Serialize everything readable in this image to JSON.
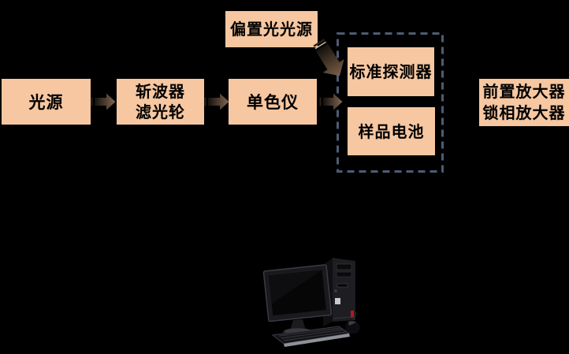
{
  "colors": {
    "background": "#000000",
    "box_fill": "#F6C7A1",
    "text_color": "#000000",
    "dashed_border": "#4D5D73",
    "arrow_gradient_start": "#14100C",
    "arrow_gradient_end": "#836852"
  },
  "diagram": {
    "nodes": {
      "light_source": {
        "label": "光源"
      },
      "chopper_filter": {
        "line1": "斩波器",
        "line2": "滤光轮"
      },
      "monochromator": {
        "label": "单色仪"
      },
      "bias_light_source": {
        "label": "偏置光光源"
      },
      "standard_detector": {
        "label": "标准探测器"
      },
      "sample_cell": {
        "label": "样品电池"
      },
      "amplifiers": {
        "line1": "前置放大器",
        "line2": "锁相放大器"
      }
    },
    "icons": {
      "computer": "desktop-computer"
    }
  }
}
